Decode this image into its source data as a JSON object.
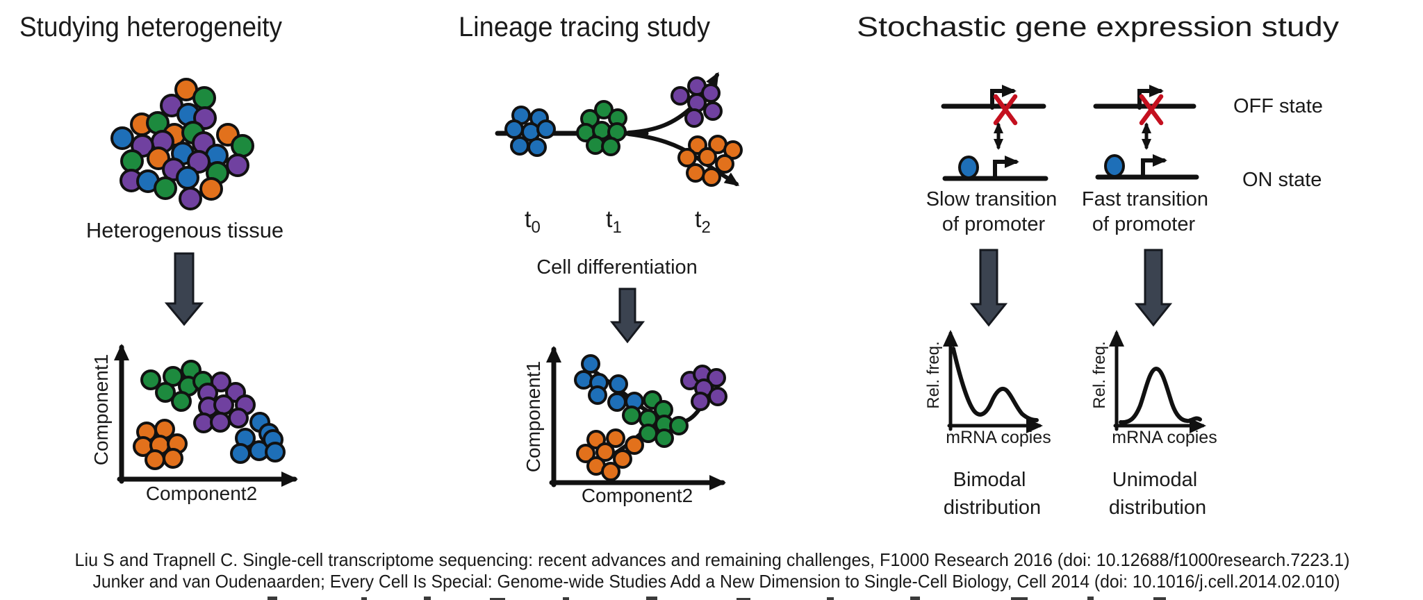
{
  "colors": {
    "blue": "#1e6fb8",
    "green": "#1d8a3e",
    "purple": "#7041a0",
    "orange": "#e2711c",
    "arrow": "#3b4350",
    "arrow_outline": "#16191f",
    "red_x": "#c4101f",
    "ink": "#111111",
    "text": "#1a1a1a",
    "background": "#ffffff"
  },
  "panels": {
    "heterogeneity": {
      "title": "Studying heterogeneity",
      "tissue_label": "Heterogenous tissue",
      "tissue_dots": [
        [
          268,
          129,
          "orange"
        ],
        [
          294,
          141,
          "green"
        ],
        [
          247,
          152,
          "purple"
        ],
        [
          271,
          165,
          "blue"
        ],
        [
          295,
          170,
          "purple"
        ],
        [
          204,
          179,
          "orange"
        ],
        [
          227,
          177,
          "green"
        ],
        [
          251,
          194,
          "orange"
        ],
        [
          278,
          191,
          "green"
        ],
        [
          328,
          194,
          "orange"
        ],
        [
          176,
          199,
          "blue"
        ],
        [
          234,
          204,
          "purple"
        ],
        [
          293,
          206,
          "purple"
        ],
        [
          205,
          210,
          "purple"
        ],
        [
          349,
          210,
          "green"
        ],
        [
          263,
          221,
          "blue"
        ],
        [
          228,
          228,
          "orange"
        ],
        [
          312,
          224,
          "blue"
        ],
        [
          286,
          233,
          "purple"
        ],
        [
          190,
          232,
          "green"
        ],
        [
          342,
          238,
          "purple"
        ],
        [
          250,
          244,
          "purple"
        ],
        [
          313,
          249,
          "green"
        ],
        [
          270,
          256,
          "blue"
        ],
        [
          189,
          260,
          "purple"
        ],
        [
          213,
          261,
          "blue"
        ],
        [
          238,
          271,
          "green"
        ],
        [
          304,
          272,
          "orange"
        ],
        [
          274,
          286,
          "purple"
        ]
      ],
      "scatter": {
        "ylabel": "Component1",
        "xlabel": "Component2",
        "dots": [
          [
            217,
            547,
            "green"
          ],
          [
            249,
            542,
            "green"
          ],
          [
            275,
            533,
            "green"
          ],
          [
            238,
            565,
            "green"
          ],
          [
            271,
            556,
            "green"
          ],
          [
            292,
            549,
            "green"
          ],
          [
            261,
            578,
            "green"
          ],
          [
            318,
            550,
            "purple"
          ],
          [
            299,
            566,
            "purple"
          ],
          [
            339,
            565,
            "purple"
          ],
          [
            300,
            586,
            "purple"
          ],
          [
            322,
            583,
            "purple"
          ],
          [
            353,
            583,
            "purple"
          ],
          [
            293,
            609,
            "purple"
          ],
          [
            317,
            608,
            "purple"
          ],
          [
            343,
            602,
            "purple"
          ],
          [
            211,
            622,
            "orange"
          ],
          [
            237,
            618,
            "orange"
          ],
          [
            206,
            643,
            "orange"
          ],
          [
            230,
            641,
            "orange"
          ],
          [
            255,
            639,
            "orange"
          ],
          [
            223,
            662,
            "orange"
          ],
          [
            249,
            660,
            "orange"
          ],
          [
            374,
            608,
            "blue"
          ],
          [
            387,
            624,
            "blue"
          ],
          [
            353,
            631,
            "blue"
          ],
          [
            346,
            653,
            "blue"
          ],
          [
            373,
            649,
            "blue"
          ],
          [
            393,
            633,
            "blue"
          ],
          [
            396,
            651,
            "blue"
          ]
        ]
      }
    },
    "lineage": {
      "title": "Lineage tracing study",
      "timepoints": [
        {
          "base": "t",
          "sub": "0"
        },
        {
          "base": "t",
          "sub": "1"
        },
        {
          "base": "t",
          "sub": "2"
        }
      ],
      "caption": "Cell differentiation",
      "timeline_dots": [
        [
          750,
          166,
          "blue"
        ],
        [
          776,
          170,
          "blue"
        ],
        [
          740,
          186,
          "blue"
        ],
        [
          764,
          190,
          "blue"
        ],
        [
          786,
          186,
          "blue"
        ],
        [
          748,
          210,
          "blue"
        ],
        [
          773,
          212,
          "blue"
        ],
        [
          849,
          171,
          "green"
        ],
        [
          869,
          158,
          "green"
        ],
        [
          889,
          170,
          "green"
        ],
        [
          843,
          191,
          "green"
        ],
        [
          866,
          188,
          "green"
        ],
        [
          888,
          190,
          "green"
        ],
        [
          857,
          209,
          "green"
        ],
        [
          879,
          211,
          "green"
        ],
        [
          979,
          138,
          "purple"
        ],
        [
          1003,
          124,
          "purple"
        ],
        [
          1023,
          134,
          "purple"
        ],
        [
          1003,
          148,
          "purple"
        ],
        [
          1026,
          160,
          "purple"
        ],
        [
          999,
          170,
          "purple"
        ],
        [
          1004,
          209,
          "orange"
        ],
        [
          1033,
          208,
          "orange"
        ],
        [
          1055,
          216,
          "orange"
        ],
        [
          989,
          227,
          "orange"
        ],
        [
          1018,
          226,
          "orange"
        ],
        [
          1043,
          236,
          "orange"
        ],
        [
          1001,
          249,
          "orange"
        ],
        [
          1024,
          255,
          "orange"
        ]
      ],
      "scatter": {
        "ylabel": "Component1",
        "xlabel": "Component2",
        "dots": [
          [
            850,
            524,
            "blue"
          ],
          [
            840,
            547,
            "blue"
          ],
          [
            862,
            551,
            "blue"
          ],
          [
            890,
            553,
            "blue"
          ],
          [
            860,
            569,
            "blue"
          ],
          [
            888,
            579,
            "blue"
          ],
          [
            913,
            578,
            "blue"
          ],
          [
            939,
            576,
            "green"
          ],
          [
            955,
            590,
            "green"
          ],
          [
            909,
            598,
            "green"
          ],
          [
            933,
            603,
            "green"
          ],
          [
            956,
            611,
            "green"
          ],
          [
            977,
            613,
            "green"
          ],
          [
            933,
            624,
            "green"
          ],
          [
            956,
            631,
            "green"
          ],
          [
            993,
            548,
            "purple"
          ],
          [
            1011,
            539,
            "purple"
          ],
          [
            1031,
            544,
            "purple"
          ],
          [
            1013,
            559,
            "purple"
          ],
          [
            1033,
            571,
            "purple"
          ],
          [
            1008,
            578,
            "purple"
          ],
          [
            858,
            633,
            "orange"
          ],
          [
            886,
            631,
            "orange"
          ],
          [
            843,
            653,
            "orange"
          ],
          [
            871,
            651,
            "orange"
          ],
          [
            913,
            641,
            "orange"
          ],
          [
            896,
            661,
            "orange"
          ],
          [
            858,
            671,
            "orange"
          ],
          [
            879,
            679,
            "orange"
          ]
        ]
      }
    },
    "stochastic": {
      "title": "Stochastic gene expression study",
      "off_label": "OFF state",
      "on_label": "ON state",
      "slow_label": [
        "Slow transition",
        "of promoter"
      ],
      "fast_label": [
        "Fast transition",
        "of promoter"
      ],
      "plots": [
        {
          "ylabel": "Rel. freq.",
          "xlabel": "mRNA copies",
          "caption": [
            "Bimodal",
            "distribution"
          ]
        },
        {
          "ylabel": "Rel. freq.",
          "xlabel": "mRNA copies",
          "caption": [
            "Unimodal",
            "distribution"
          ]
        }
      ]
    }
  },
  "citations": [
    "Liu S and Trapnell C. Single-cell transcriptome sequencing: recent advances and remaining challenges, F1000 Research 2016  (doi: 10.12688/f1000research.7223.1)",
    "Junker and van Oudenaarden; Every Cell Is Special: Genome-wide Studies Add a New Dimension to Single-Cell Biology, Cell 2014  (doi: 10.1016/j.cell.2014.02.010)"
  ]
}
